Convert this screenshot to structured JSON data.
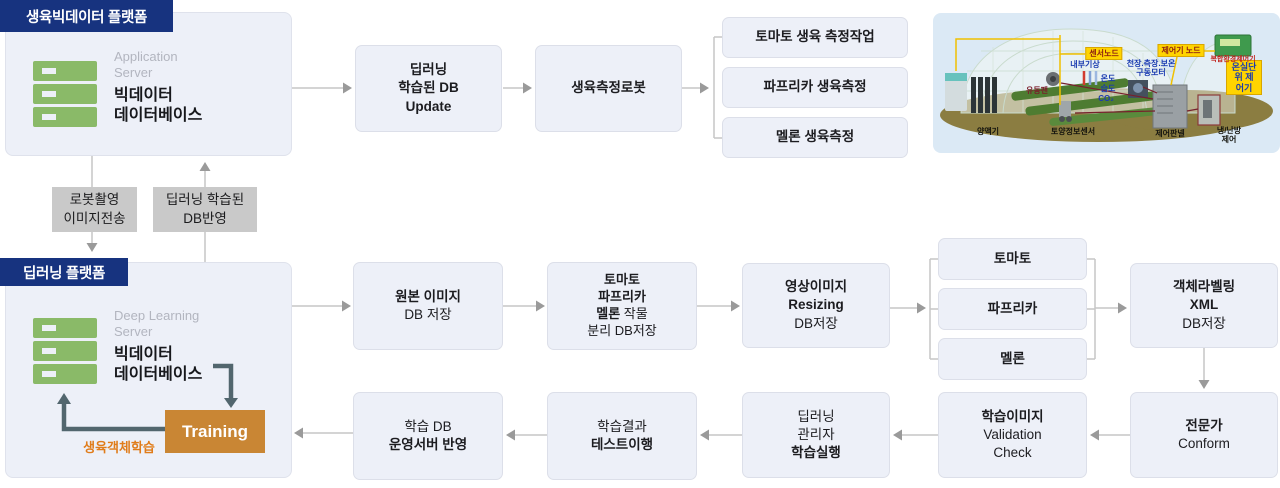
{
  "colors": {
    "navy_header": "#17337f",
    "box_fill": "#edf0f8",
    "gray_box": "#c9c9c9",
    "server_green": "#8aba68",
    "training_orange": "#c98634",
    "loop_orange": "#e07c1a",
    "dark_arrow": "#52666e",
    "light_arrow": "#9a9a9a",
    "label_yellow": "#ffd400"
  },
  "platform1": {
    "header": "생육빅데이터 플랫폼",
    "server_label": "Application\nServer",
    "server_title": "빅데이터\n데이터베이스"
  },
  "platform2": {
    "header": "딥러닝 플랫폼",
    "server_label": "Deep Learning\nServer",
    "server_title": "빅데이터\n데이터베이스",
    "training_label": "Training",
    "loop_label": "생육객체학습"
  },
  "transfer": {
    "robot_upload": "로봇촬영\n이미지전송",
    "db_apply": "딥러닝 학습된\nDB반영"
  },
  "flow_top": {
    "db_update": "딥러닝\n학습된 DB\nUpdate",
    "robot": "생육측정로봇",
    "measures": [
      "토마토 생육 측정작업",
      "파프리카 생육측정",
      "멜론 생육측정"
    ]
  },
  "flow_mid": {
    "origin_l1": "원본 이미지",
    "origin_l2": "DB 저장",
    "split_l1": "토마토",
    "split_l2": "파프리카",
    "split_l3a": "멜론",
    "split_l3b": " 작물",
    "split_l4": "분리 DB저장",
    "resize_l1": "영상이미지",
    "resize_l2": "Resizing",
    "resize_l3": "DB저장",
    "crops": [
      "토마토",
      "파프리카",
      "멜론"
    ],
    "label_l1": "객체라벨링",
    "label_l2": "XML",
    "label_l3": "DB저장"
  },
  "flow_bottom": {
    "deploy_l1": "학습 DB",
    "deploy_l2": "운영서버 반영",
    "test_l1": "학습결과",
    "test_l2": "테스트이행",
    "run_l1": "딥러닝",
    "run_l2": "관리자",
    "run_l3": "학습실행",
    "valid_l1": "학습이미지",
    "valid_l2": "Validation",
    "valid_l3": "Check",
    "expert_l1": "전문가",
    "expert_l2": "Conform"
  },
  "greenhouse": {
    "sensor_node": "센서노드",
    "controller_node": "제어기 노드",
    "unit_controller": "온실단위 제어기",
    "env_controller": "복합환경제어기",
    "inner_weather": "내부기상",
    "motor": "천장.측장.보온\n구동모터",
    "temp": "온도",
    "humidity": "습도",
    "co2": "CO₂",
    "fan": "유동팬",
    "nutrient": "양액기",
    "soil_sensor": "토양정보센서",
    "control_panel": "제어판넬",
    "hvac": "냉/난방\n제어"
  }
}
